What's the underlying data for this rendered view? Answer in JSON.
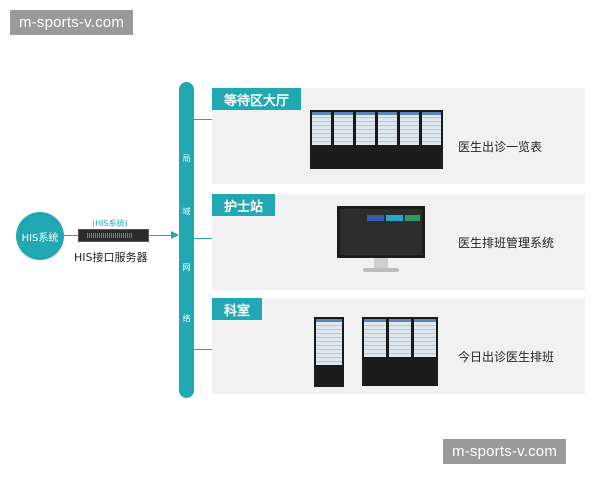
{
  "watermarks": {
    "top": "m-sports-v.com",
    "bottom": "m-sports-v.com"
  },
  "source": {
    "label": "HIS系统"
  },
  "server": {
    "tag": "(HIS系统)",
    "label": "HIS接口服务器"
  },
  "network": {
    "chars": [
      "局",
      "域",
      "网",
      "络"
    ]
  },
  "panels": [
    {
      "title": "等待区大厅",
      "description": "医生出诊一览表"
    },
    {
      "title": "护士站",
      "description": "医生排班管理系统"
    },
    {
      "title": "科室",
      "description": "今日出诊医生排班"
    }
  ],
  "colors": {
    "accent": "#21a8b3",
    "panel_bg": "#f1f1f1",
    "tile_blue": "#2f5fae",
    "tile_cyan": "#27a7c9",
    "tile_green": "#2a9d63"
  },
  "icons": [
    "server-icon",
    "video-wall-icon",
    "desktop-monitor-icon",
    "kiosk-icon"
  ]
}
